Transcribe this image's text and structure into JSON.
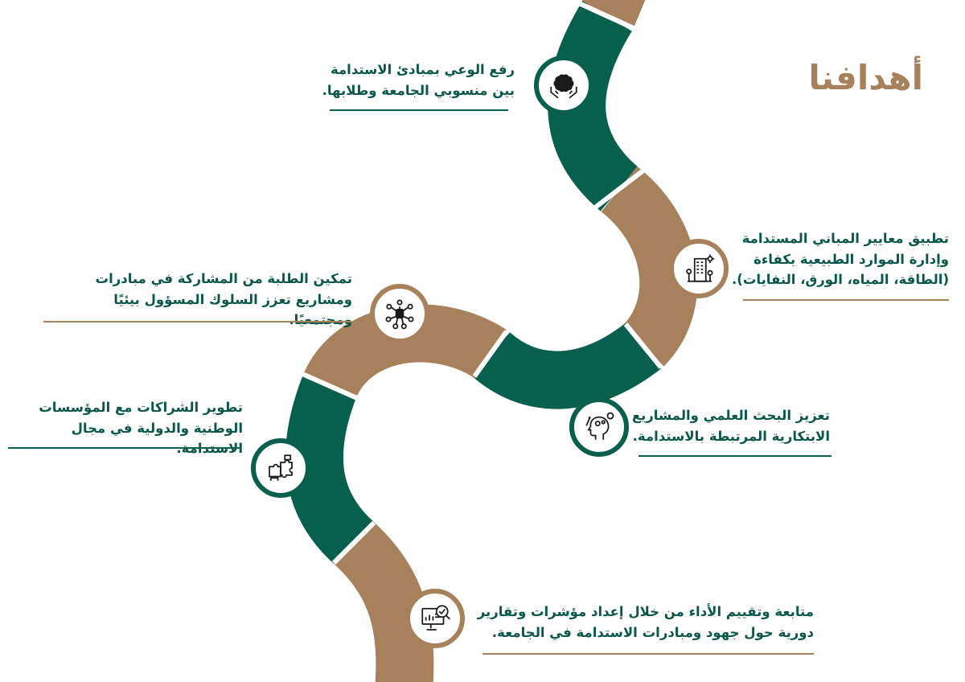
{
  "colors": {
    "green": "#075f4d",
    "brown": "#a7815c",
    "text_green": "#09574a",
    "white": "#ffffff"
  },
  "title": "أهدافنا",
  "goals": [
    {
      "text": "رفع الوعي بمبادئ الاستدامة\nبين منسوبي الجامعة وطلابها.",
      "icon": "brain-hands-icon",
      "road_color": "green"
    },
    {
      "text": "تطبيق معايير المباني المستدامة\nوإدارة الموارد الطبيعية بكفاءة\n(الطاقة، المياه، الورق، النفايات).",
      "icon": "green-building-icon",
      "road_color": "brown"
    },
    {
      "text": "تعزيز البحث العلمي والمشاريع\nالابتكارية المرتبطة بالاستدامة.",
      "icon": "head-ideas-icon",
      "road_color": "green"
    },
    {
      "text": "تمكين الطلبة من المشاركة في مبادرات\nومشاريع تعزز السلوك المسؤول بيئيًا ومجتمعيًا.",
      "icon": "fist-network-icon",
      "road_color": "brown"
    },
    {
      "text": "تطوير الشراكات مع المؤسسات\nالوطنية والدولية في مجال الاستدامة.",
      "icon": "puzzle-hands-icon",
      "road_color": "green"
    },
    {
      "text": "متابعة وتقييم الأداء من خلال إعداد مؤشرات وتقارير\nدورية حول جهود ومبادرات الاستدامة في الجامعة.",
      "icon": "monitor-analytics-icon",
      "road_color": "brown"
    }
  ]
}
